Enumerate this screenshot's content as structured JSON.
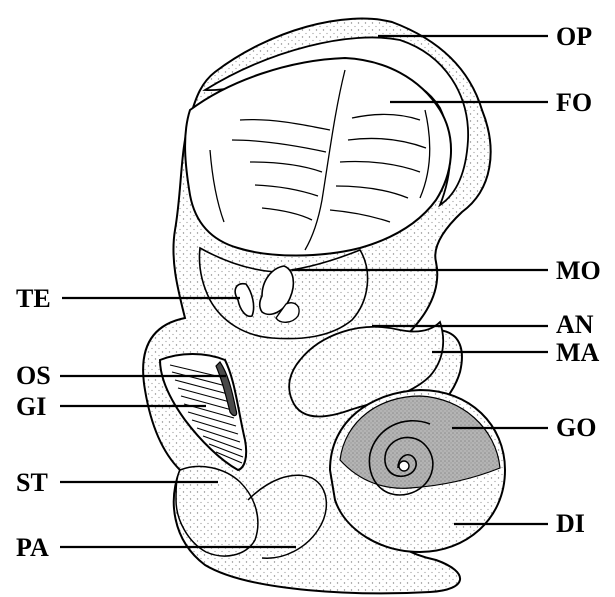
{
  "figure": {
    "labels": {
      "op": "OP",
      "fo": "FO",
      "mo": "MO",
      "te": "TE",
      "an": "AN",
      "ma": "MA",
      "os": "OS",
      "gi": "GI",
      "go": "GO",
      "st": "ST",
      "di": "DI",
      "pa": "PA"
    }
  },
  "colors": {
    "ink": "#000000",
    "paper": "#ffffff",
    "stipple": "#9a9a9a",
    "gonad": "#a8a8a8"
  }
}
